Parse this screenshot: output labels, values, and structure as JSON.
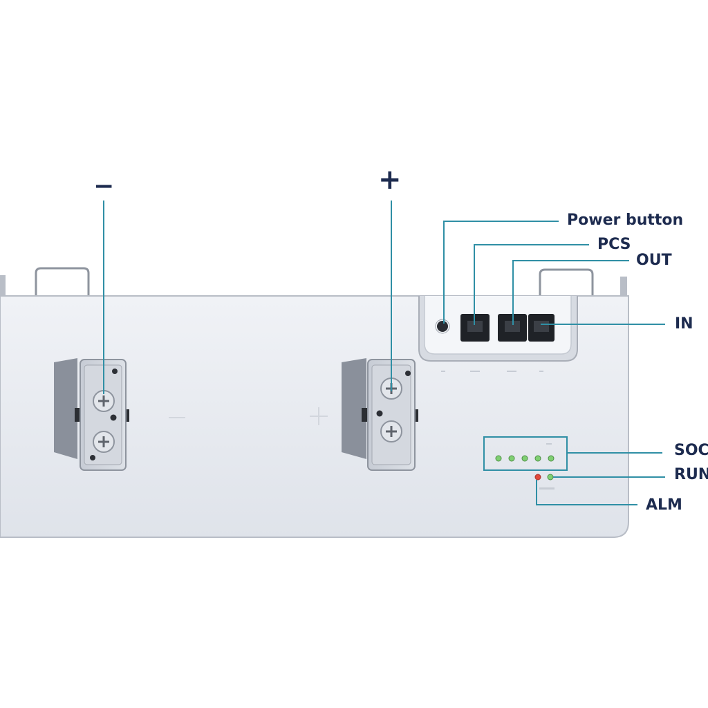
{
  "terminals": {
    "negative_symbol": "−",
    "positive_symbol": "+"
  },
  "callouts": {
    "power_button": "Power button",
    "pcs": "PCS",
    "out": "OUT",
    "in": "IN",
    "soc": "SOC",
    "run": "RUN",
    "alm": "ALM"
  },
  "colors": {
    "callout_line": "#2f8fa5",
    "label_text": "#1d2b4f",
    "battery_body": "#e6e9ef",
    "soc_led": "#7fcf72",
    "run_led": "#7fcf72",
    "alm_led": "#e24a3b"
  },
  "indicators": {
    "soc_led_count": 5
  }
}
